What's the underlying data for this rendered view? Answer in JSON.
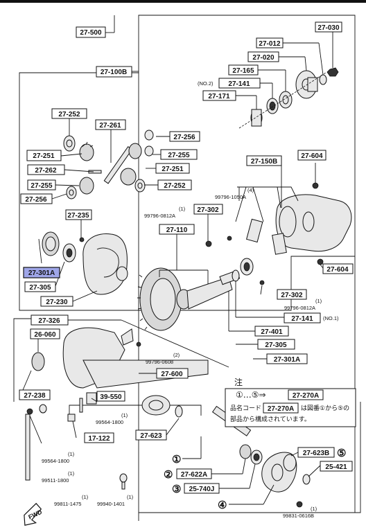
{
  "parts": {
    "p27_500": "27-500",
    "p27_030": "27-030",
    "p27_012": "27-012",
    "p27_020": "27-020",
    "p27_165": "27-165",
    "p27_100B": "27-100B",
    "p27_141_a": "27-141",
    "no2": "(NO.2)",
    "p27_171": "27-171",
    "p27_252_a": "27-252",
    "p27_261": "27-261",
    "p27_256_a": "27-256",
    "p27_251_a": "27-251",
    "p27_255_a": "27-255",
    "p27_262": "27-262",
    "p27_251_b": "27-251",
    "p27_255_b": "27-255",
    "p27_252_b": "27-252",
    "p27_256_b": "27-256",
    "p27_150B": "27-150B",
    "p27_604_a": "27-604",
    "p27_235": "27-235",
    "p27_302_a": "27-302",
    "p27_110": "27-110",
    "p27_301A_hl": "27-301A",
    "p27_305_a": "27-305",
    "p27_230": "27-230",
    "p27_604_b": "27-604",
    "p27_302_b": "27-302",
    "p27_141_b": "27-141",
    "no1": "(NO.1)",
    "p27_326": "27-326",
    "p27_401": "27-401",
    "p26_060": "26-060",
    "p27_305_b": "27-305",
    "p27_301A_b": "27-301A",
    "p27_600": "27-600",
    "p27_238": "27-238",
    "p39_550": "39-550",
    "p17_122": "17-122",
    "p27_623": "27-623",
    "p27_270A_a": "27-270A",
    "p27_270A_b": "27-270A",
    "p27_622A": "27-622A",
    "p25_740J": "25-740J",
    "p27_623B": "27-623B",
    "p25_421": "25-421"
  },
  "smallnotes": {
    "n4": "(4)",
    "n99796_1050A": "99796-1050A",
    "n1_a": "(1)",
    "n99796_0812A_a": "99796-0812A",
    "n1_b": "(1)",
    "n99796_0812A_b": "99796-0812A",
    "n2": "(2)",
    "n99796_0608": "99796-0608",
    "n1_c": "(1)",
    "n99564_1800_a": "99564-1800",
    "n1_d": "(1)",
    "n99564_1800_b": "99564-1800",
    "n1_e": "(1)",
    "n99511_1800": "99511-1800",
    "n1_f": "(1)",
    "n99811_1475": "99811-1475",
    "n1_g": "(1)",
    "n99940_1401": "99940-1401",
    "n1_h": "(1)",
    "n99831_0616B": "99831-0616B"
  },
  "note": {
    "title": "注",
    "line1_pre": "①…⑤⇒",
    "line2_pre": "品名コード",
    "line2_post": "は図番①から⑤の",
    "line3": "部品から構成されています。"
  },
  "circled": {
    "c1": "①",
    "c2": "②",
    "c3": "③",
    "c4": "④",
    "c5": "⑤"
  },
  "fwd": "FWD",
  "colors": {
    "highlight": "#9fa6e8",
    "line": "#111111",
    "background": "#ffffff"
  }
}
